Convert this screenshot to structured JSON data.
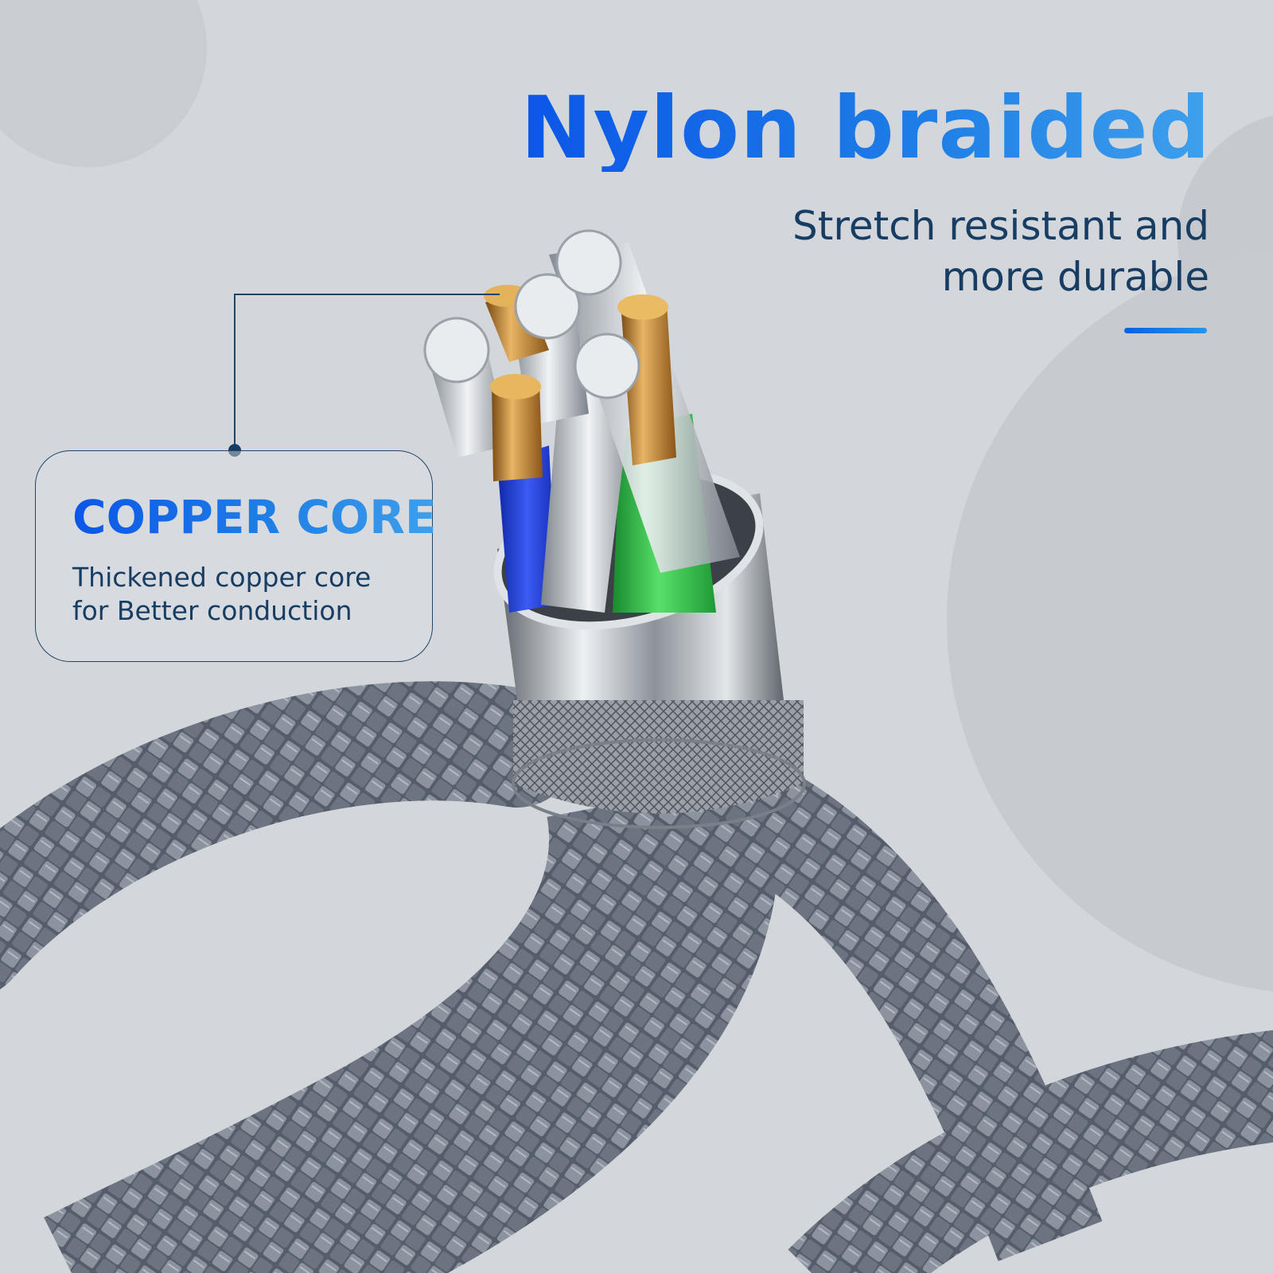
{
  "headline": {
    "title": "Nylon braided",
    "subtitle_lines": [
      "Stretch resistant and",
      "more durable"
    ]
  },
  "callout": {
    "title": "COPPER CORE",
    "body_lines": [
      "Thickened copper core",
      "for Better conduction"
    ]
  },
  "colors": {
    "background": "#d3d6da",
    "accent_blue": "#0b56e8",
    "accent_light_blue": "#3fa0ec",
    "text_navy": "#173d63",
    "copper": "#c9933a",
    "wire_blue": "#1f40d8",
    "wire_green": "#2fc24a",
    "braid_gray": "#6f7884"
  },
  "image": {
    "subject": "braided-cable-cross-section",
    "icons": [
      "copper-core-wire",
      "aluminum-strand-wire",
      "knurled-metal-ferrule",
      "nylon-braid"
    ]
  }
}
